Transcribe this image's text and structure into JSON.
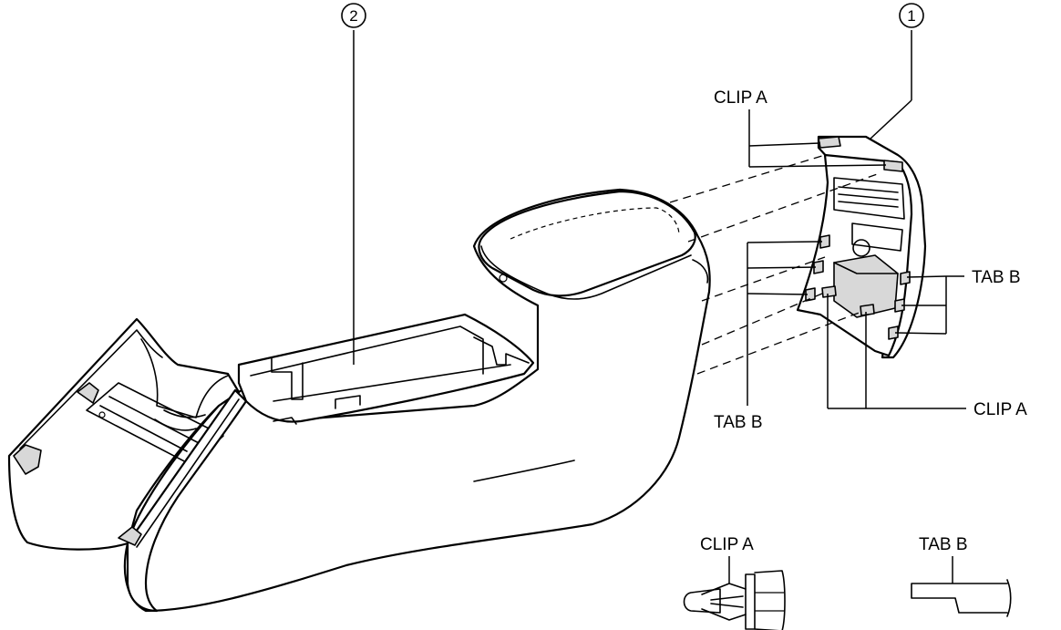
{
  "callouts": {
    "part1": "1",
    "part2": "2"
  },
  "labels": {
    "clip_a_top": "CLIP A",
    "tab_b_right": "TAB B",
    "clip_a_right": "CLIP A",
    "tab_b_left": "TAB B"
  },
  "details": {
    "clip_a_title": "CLIP A",
    "tab_b_title": "TAB B"
  },
  "colors": {
    "line": "#000000",
    "background": "#ffffff"
  }
}
